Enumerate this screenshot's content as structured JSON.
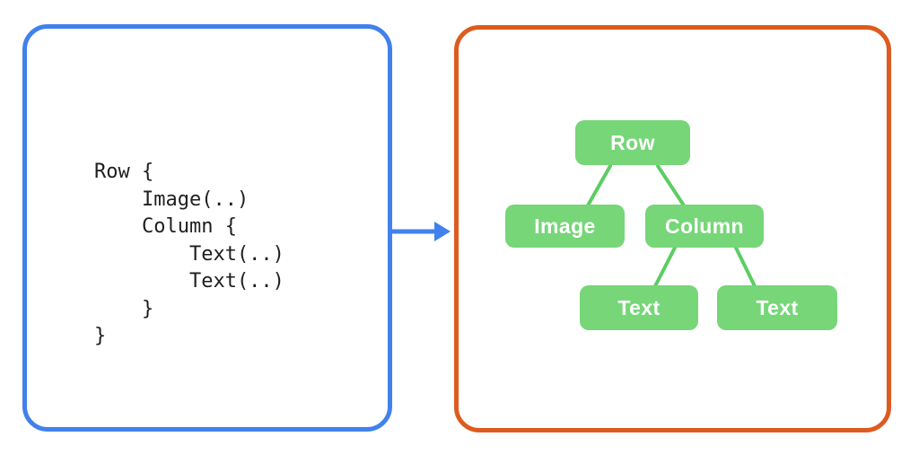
{
  "left_panel": {
    "border_color": "#4181EC",
    "code_text_color": "#1E1E1E",
    "code_lines": [
      "Row {",
      "    Image(..)",
      "    Column {",
      "        Text(..)",
      "        Text(..)",
      "    }",
      "}"
    ]
  },
  "arrow": {
    "color": "#4181EC",
    "direction": "right"
  },
  "right_panel": {
    "border_color": "#DD5B1E",
    "tree": {
      "node_fill": "#76D678",
      "edge_color": "#5CCD63",
      "label_color": "#FFFFFF",
      "nodes": [
        {
          "id": "row",
          "label": "Row"
        },
        {
          "id": "image",
          "label": "Image"
        },
        {
          "id": "column",
          "label": "Column"
        },
        {
          "id": "text-left",
          "label": "Text"
        },
        {
          "id": "text-right",
          "label": "Text"
        }
      ],
      "edges": [
        {
          "from": "row",
          "to": "image"
        },
        {
          "from": "row",
          "to": "column"
        },
        {
          "from": "column",
          "to": "text-left"
        },
        {
          "from": "column",
          "to": "text-right"
        }
      ]
    }
  }
}
